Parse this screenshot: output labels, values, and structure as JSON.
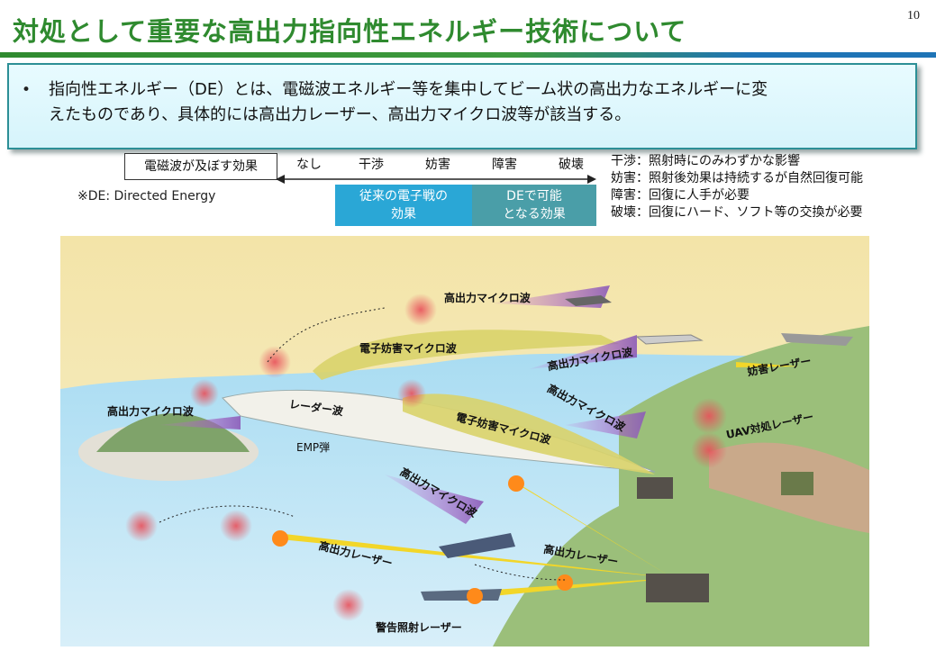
{
  "header": {
    "title": "対処として重要な高出力指向性エネルギー技術について",
    "page_number": "10"
  },
  "summary": {
    "bullet": "•",
    "line1": "指向性エネルギー（DE）とは、電磁波エネルギー等を集中してビーム状の高出力なエネルギーに変",
    "line2": "えたものであり、具体的には高出力レーザー、高出力マイクロ波等が該当する。"
  },
  "effects_scale": {
    "label": "電磁波が及ぼす効果",
    "note": "※DE: Directed Energy",
    "levels": [
      "なし",
      "干渉",
      "妨害",
      "障害",
      "破壊"
    ],
    "conventional_box": [
      "従来の電子戦の",
      "効果"
    ],
    "de_box": [
      "DEで可能",
      "となる効果"
    ],
    "definitions": [
      "干渉：照射時にのみわずかな影響",
      "妨害：照射後効果は持続するが自然回復可能",
      "障害：回復に人手が必要",
      "破壊：回復にハード、ソフト等の交換が必要"
    ]
  },
  "scene": {
    "labels": {
      "hpm_top": "高出力マイクロ波",
      "ew_mw_upper": "電子妨害マイクロ波",
      "hpm_right_upper": "高出力マイクロ波",
      "jam_laser": "妨害レーザー",
      "hpm_left": "高出力マイクロ波",
      "radar": "レーダー波",
      "hpm_right_mid": "高出力マイクロ波",
      "ew_mw_lower": "電子妨害マイクロ波",
      "uav_laser": "UAV対処レーザー",
      "emp": "EMP弾",
      "hpm_center": "高出力マイクロ波",
      "hel_left": "高出力レーザー",
      "hel_right": "高出力レーザー",
      "warning_laser": "警告照射レーザー"
    },
    "colors": {
      "sea": "#bfe3f5",
      "land": "#9bbf7a",
      "sky": "#f4e3a9",
      "laser": "#f2d629",
      "threat_glow": "#e8505a"
    }
  }
}
